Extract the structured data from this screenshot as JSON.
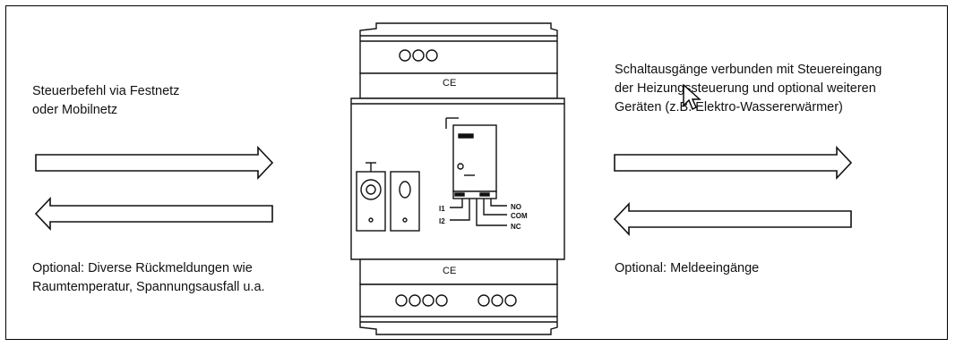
{
  "left": {
    "input_text": [
      "Steuerbefehl via Festnetz",
      "oder Mobilnetz"
    ],
    "feedback_text": [
      "Optional: Diverse Rückmeldungen wie",
      "Raumtemperatur, Spannungsausfall u.a."
    ]
  },
  "right": {
    "output_text": [
      "Schaltausgänge verbunden mit Steuereingang",
      "der Heizungssteuerung und optional weiteren",
      "Geräten (z.B. Elektro-Wassererwärmer)"
    ],
    "input_text": "Optional: Meldeeingänge"
  },
  "device": {
    "contact_labels": [
      "NO",
      "COM",
      "NC"
    ],
    "side_labels": [
      "I1",
      "I2"
    ]
  },
  "icons": {
    "arrow_in_left": "arrow-right-icon",
    "arrow_out_left": "arrow-left-icon",
    "arrow_out_right": "arrow-right-icon",
    "arrow_in_right": "arrow-left-icon",
    "cursor": "mouse-pointer-icon"
  }
}
